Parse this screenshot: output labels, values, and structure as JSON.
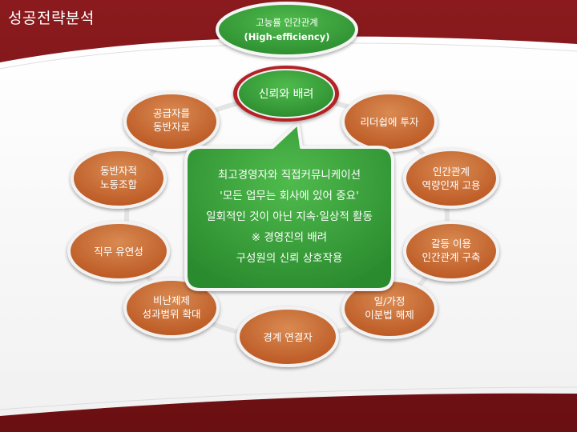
{
  "slide": {
    "title": "성공전략분석"
  },
  "top_node": {
    "line1": "고능률 인간관계",
    "line2": "(High-efficiency)"
  },
  "focus_node": {
    "label": "신뢰와 배려"
  },
  "nodes": [
    {
      "id": "leadership",
      "lines": [
        "리더쉽에 투자"
      ]
    },
    {
      "id": "competency",
      "lines": [
        "인간관계",
        "역량인재 고용"
      ]
    },
    {
      "id": "conflict",
      "lines": [
        "갈등 이용",
        "인간관계 구축"
      ]
    },
    {
      "id": "worklife",
      "lines": [
        "일/가정",
        "이분법 해제"
      ]
    },
    {
      "id": "boundary",
      "lines": [
        "경계 연결자"
      ]
    },
    {
      "id": "nonfinancial",
      "lines": [
        "비난제제",
        "성과범위 확대"
      ]
    },
    {
      "id": "flexibility",
      "lines": [
        "직무 유연성"
      ]
    },
    {
      "id": "labor",
      "lines": [
        "동반자적",
        "노동조합"
      ]
    },
    {
      "id": "supplier",
      "lines": [
        "공급자를",
        "동반자로"
      ]
    }
  ],
  "callout": {
    "lines": [
      "최고경영자와 직접커뮤니케이션",
      "'모든 업무는 회사에 있어 중요'",
      "일회적인 것이 아닌 지속·일상적 활동",
      "※ 경영진의 배려",
      "구성원의 신뢰 상호작용"
    ]
  },
  "colors": {
    "background": "#7a1417",
    "orange_node": "#c8642a",
    "green_node": "#2e9a35",
    "node_border": "#f2f2f2",
    "focus_border": "#b22326"
  }
}
